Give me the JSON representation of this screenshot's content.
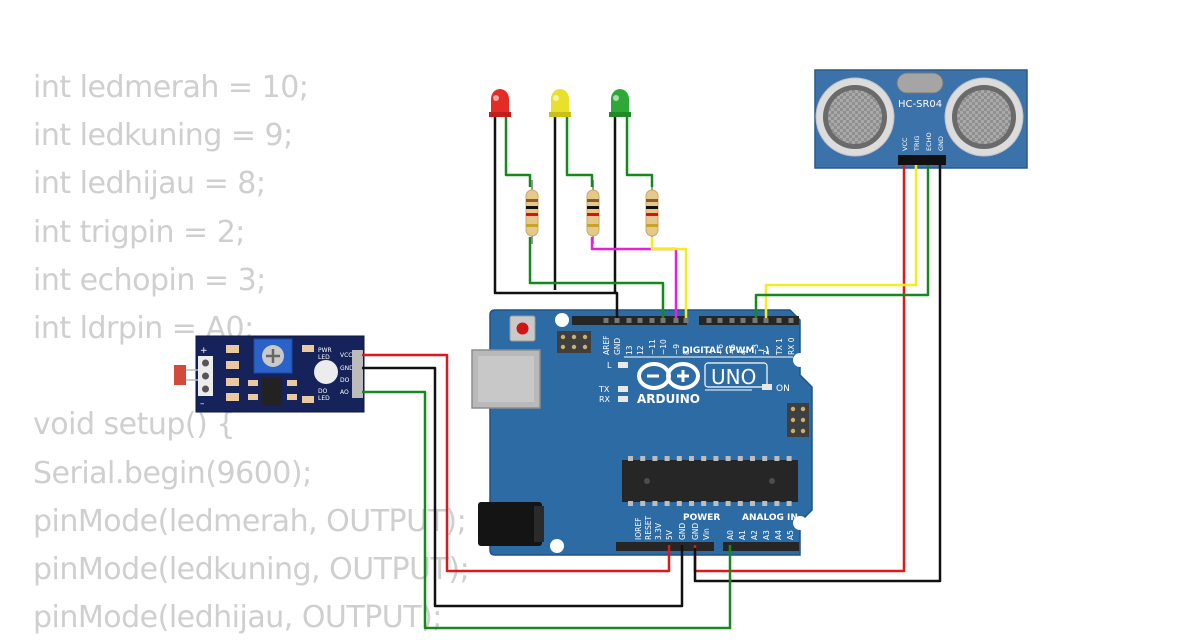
{
  "code_lines": [
    "int ledmerah = 10;",
    "int ledkuning = 9;",
    "int ledhijau = 8;",
    "int trigpin = 2;",
    "int echopin = 3;",
    "int ldrpin = A0;",
    "",
    "void setup() {",
    "Serial.begin(9600);",
    "pinMode(ledmerah, OUTPUT);",
    "pinMode(ledkuning, OUTPUT);",
    "pinMode(ledhijau, OUTPUT);"
  ],
  "arduino": {
    "brand": "ARDUINO",
    "model": "UNO",
    "digital_label": "DIGITAL (PWM ~)",
    "power_label": "POWER",
    "analog_label": "ANALOG IN",
    "on_label": "ON",
    "l_label": "L",
    "tx_label": "TX",
    "rx_label": "RX",
    "digital_pins": [
      "AREF",
      "GND",
      "13",
      "12",
      "~11",
      "~10",
      "~9",
      "8",
      "7",
      "~6",
      "~5",
      "4",
      "~3",
      "2",
      "TX 1",
      "RX 0"
    ],
    "power_pins": [
      "IOREF",
      "RESET",
      "3.3V",
      "5V",
      "GND",
      "GND",
      "Vin"
    ],
    "analog_pins": [
      "A0",
      "A1",
      "A2",
      "A3",
      "A4",
      "A5"
    ]
  },
  "ultrasonic": {
    "name": "HC-SR04",
    "pins": [
      "VCC",
      "TRIG",
      "ECHO",
      "GND"
    ]
  },
  "ldr_module": {
    "pins": [
      "VCC",
      "GND",
      "DO",
      "AO"
    ],
    "pwr_led": "PWR LED",
    "do_led": "DO LED",
    "plus": "+",
    "minus": "–"
  },
  "leds": [
    {
      "color": "red",
      "hex": "#e52b26"
    },
    {
      "color": "yellow",
      "hex": "#e8e02a"
    },
    {
      "color": "green",
      "hex": "#2ea836"
    }
  ],
  "colors": {
    "board": "#2c6ba3",
    "wire_red": "#e0171b",
    "wire_black": "#111111",
    "wire_green": "#16891c",
    "wire_yellow": "#f2ee1a",
    "wire_magenta": "#e61ee6",
    "code_text": "#cfcfcf"
  }
}
